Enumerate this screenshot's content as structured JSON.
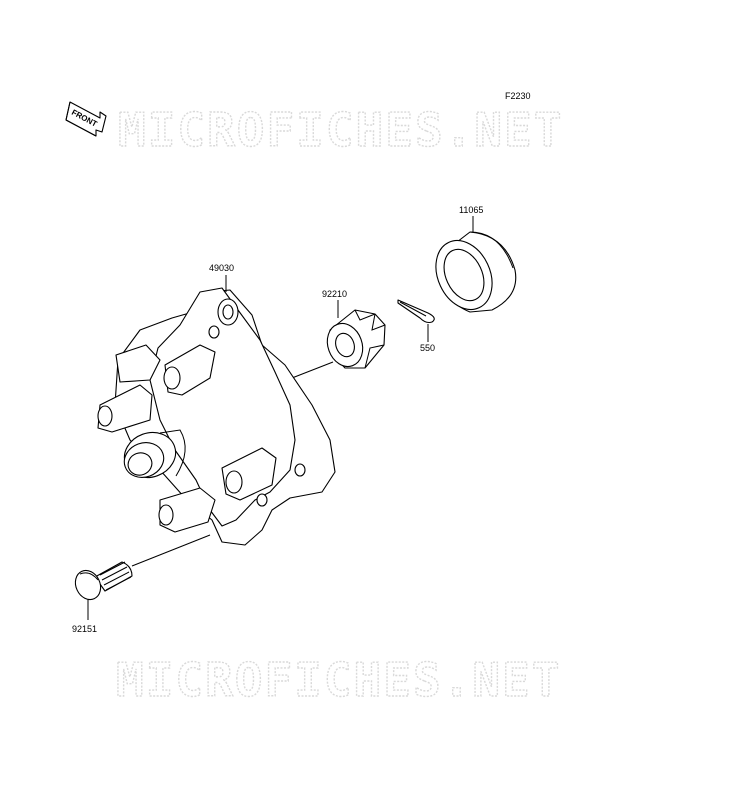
{
  "diagram": {
    "figure_code": "F2230",
    "front_label": "FRONT",
    "watermark": "MICROFICHES.NET",
    "parts": [
      {
        "number": "11065"
      },
      {
        "number": "49030"
      },
      {
        "number": "92210"
      },
      {
        "number": "550"
      },
      {
        "number": "92151"
      }
    ]
  }
}
